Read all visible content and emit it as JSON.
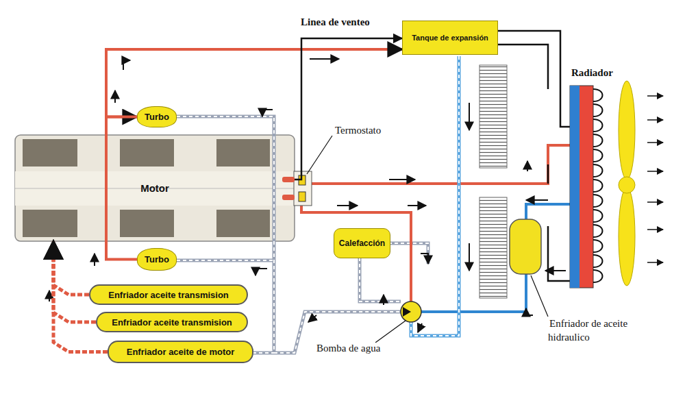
{
  "diagram": {
    "nodes": [
      {
        "text": [
          "Tanque de expansión"
        ]
      },
      {
        "text": [
          "Turbo"
        ]
      },
      {
        "text": [
          "Motor"
        ]
      },
      {
        "text": [
          "Turbo"
        ]
      },
      {
        "text": [
          "Calefacción"
        ]
      },
      {
        "text": [
          "Enfriador aceite transmision"
        ]
      },
      {
        "text": [
          "Enfriador aceite transmision"
        ]
      },
      {
        "text": [
          "Enfriador aceite de motor"
        ]
      }
    ],
    "edges": [
      {
        "from": 3,
        "to": 1,
        "arrow": "to"
      },
      {
        "from": 1,
        "to": 0,
        "arrow": "to"
      },
      {
        "from": 2,
        "to": 0,
        "arrow": "to"
      },
      {
        "from": 5,
        "to": 2,
        "arrow": "to"
      },
      {
        "from": 6,
        "to": 2,
        "arrow": "to"
      },
      {
        "from": 7,
        "to": 2,
        "arrow": "to"
      }
    ],
    "labels": [
      "Linea de venteo",
      "Termostato",
      "Radiador",
      "Enfriador de aceite hidraulico",
      "Bomba de agua"
    ]
  }
}
